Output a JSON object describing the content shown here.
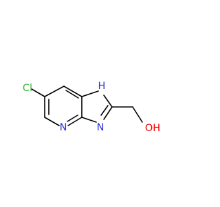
{
  "molecule": {
    "atoms": {
      "chlorine": "Cl",
      "nh": "H",
      "n_imine": "N",
      "n_pyridine": "N",
      "hydroxyl": "OH"
    },
    "colors": {
      "bond": "#000000",
      "chlorine": "#3db83d",
      "nitrogen": "#2b32d9",
      "oxygen": "#f20000",
      "background": "#ffffff"
    }
  }
}
